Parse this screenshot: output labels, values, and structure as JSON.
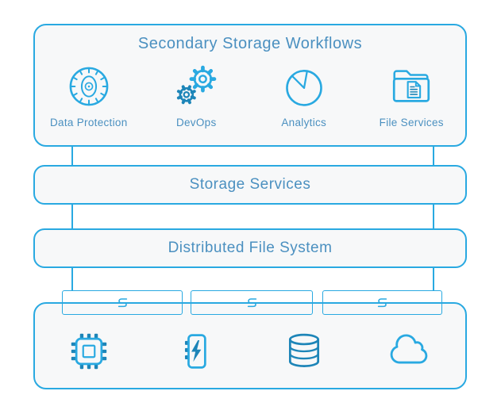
{
  "colors": {
    "border_blue": "#29A9E1",
    "text_blue": "#4B90C0",
    "accent_dark": "#1D85B8",
    "box_fill": "#F7F8F9",
    "page_bg": "#FFFFFF"
  },
  "top_box": {
    "title": "Secondary Storage Workflows",
    "items": [
      {
        "label": "Data Protection",
        "icon": "safe-dial-icon"
      },
      {
        "label": "DevOps",
        "icon": "gears-icon"
      },
      {
        "label": "Analytics",
        "icon": "pie-chart-icon"
      },
      {
        "label": "File Services",
        "icon": "folder-document-icon"
      }
    ]
  },
  "layers": [
    {
      "label": "Storage Services"
    },
    {
      "label": "Distributed File System"
    }
  ],
  "cluster": {
    "nodes": [
      {
        "logo": "S"
      },
      {
        "logo": "S"
      },
      {
        "logo": "S"
      }
    ],
    "hardware": [
      {
        "icon": "cpu-chip-icon"
      },
      {
        "icon": "ssd-flash-icon"
      },
      {
        "icon": "database-icon"
      },
      {
        "icon": "cloud-icon"
      }
    ]
  }
}
